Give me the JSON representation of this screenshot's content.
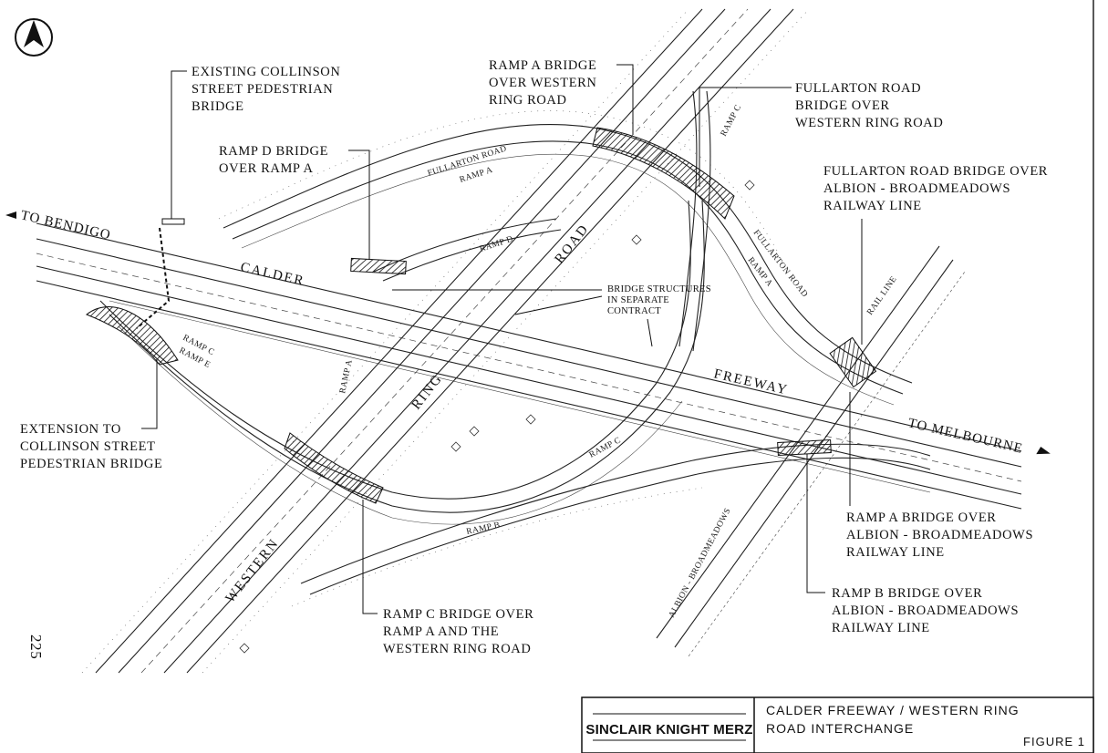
{
  "north_label": "N",
  "callouts": {
    "collinson_existing": [
      "EXISTING COLLINSON",
      "STREET PEDESTRIAN",
      "BRIDGE"
    ],
    "ramp_d_bridge": [
      "RAMP D BRIDGE",
      "OVER RAMP A"
    ],
    "ramp_a_bridge": [
      "RAMP A BRIDGE",
      "OVER WESTERN",
      "RING ROAD"
    ],
    "fullarton_wrr": [
      "FULLARTON ROAD",
      "BRIDGE OVER",
      "WESTERN RING ROAD"
    ],
    "fullarton_rail": [
      "FULLARTON ROAD BRIDGE OVER",
      "ALBION - BROADMEADOWS",
      "RAILWAY LINE"
    ],
    "separate_contract": [
      "BRIDGE STRUCTURES",
      "IN SEPARATE",
      "CONTRACT"
    ],
    "collinson_ext": [
      "EXTENSION TO",
      "COLLINSON STREET",
      "PEDESTRIAN BRIDGE"
    ],
    "ramp_a_rail": [
      "RAMP A BRIDGE OVER",
      "ALBION - BROADMEADOWS",
      "RAILWAY LINE"
    ],
    "ramp_b_rail": [
      "RAMP B BRIDGE OVER",
      "ALBION - BROADMEADOWS",
      "RAILWAY LINE"
    ],
    "ramp_c_bridge": [
      "RAMP C BRIDGE OVER",
      "RAMP A AND THE",
      "WESTERN RING ROAD"
    ]
  },
  "map_labels": {
    "to_bendigo": "TO BENDIGO",
    "to_melbourne": "TO MELBOURNE",
    "calder": "CALDER",
    "freeway": "FREEWAY",
    "road": "ROAD",
    "ring": "RING",
    "western": "WESTERN",
    "fullarton_road": "FULLARTON ROAD",
    "ramp_a": "RAMP A",
    "ramp_b": "RAMP B",
    "ramp_c": "RAMP C",
    "ramp_d": "RAMP D",
    "ramp_e": "RAMP E",
    "rail_line": "RAIL LINE",
    "albion_broadmeadows": "ALBION - BROADMEADOWS"
  },
  "page_number": "225",
  "title_block": {
    "company": "SINCLAIR KNIGHT MERZ",
    "title_line1": "CALDER FREEWAY / WESTERN RING",
    "title_line2": "ROAD INTERCHANGE",
    "figure": "FIGURE 1"
  }
}
